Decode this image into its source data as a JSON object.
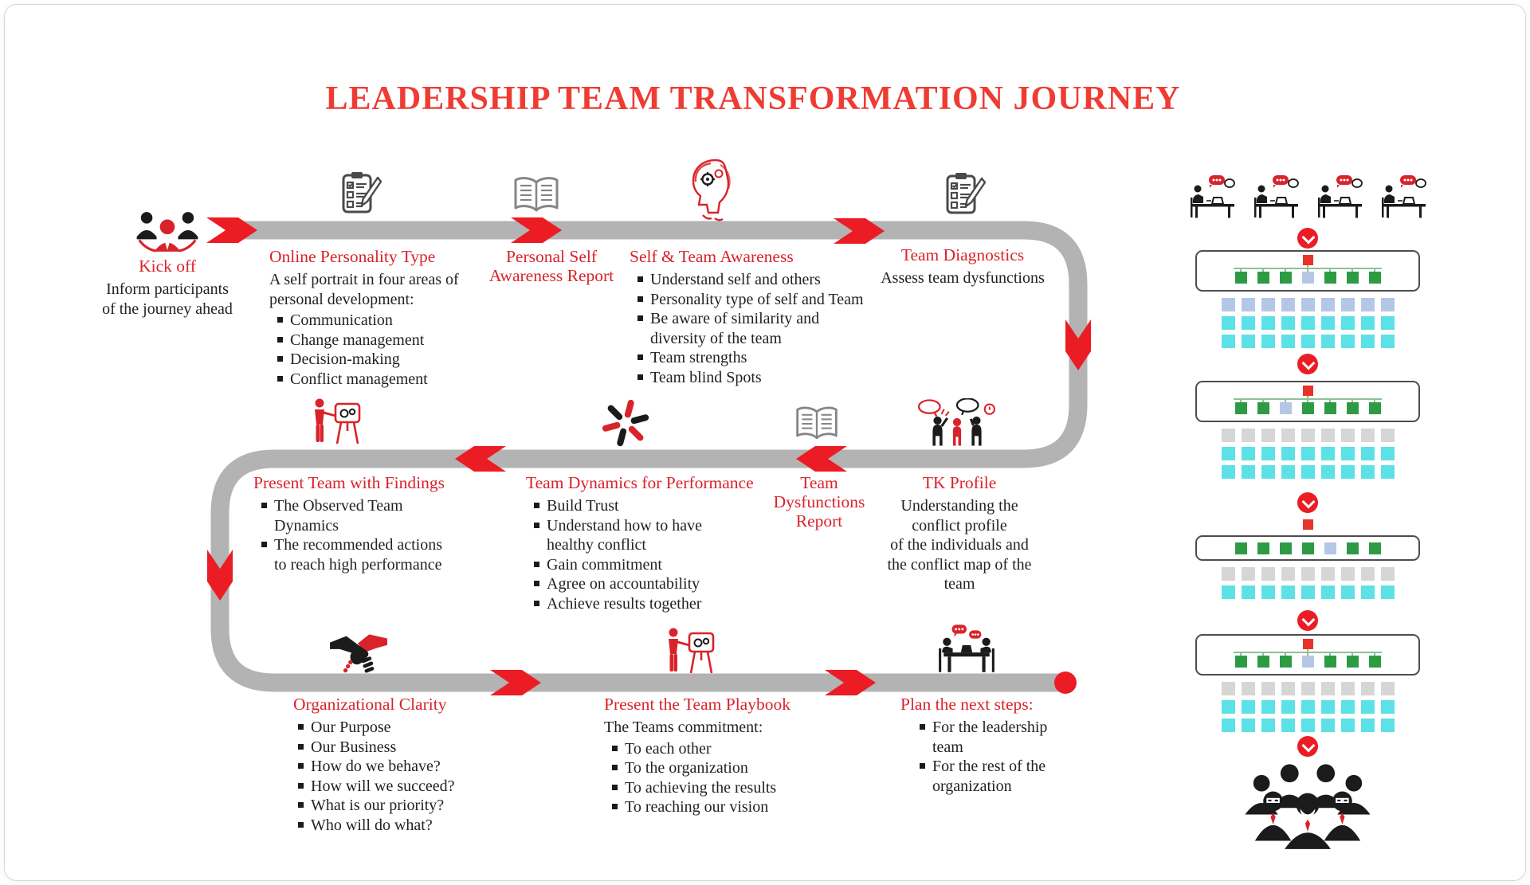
{
  "page": {
    "title": "LEADERSHIP TEAM TRANSFORMATION JOURNEY"
  },
  "colors": {
    "title": "#ee3c33",
    "heading": "#d9232a",
    "arrow": "#ec1c24",
    "path": "#b3b3b3",
    "text": "#222222",
    "square-green": "#2e9b44",
    "square-cyan": "#5ce1e6",
    "square-lightblue": "#b4c7e7",
    "square-gray": "#d6d6d6",
    "leader-red": "#e8332a"
  },
  "stages": {
    "kickoff": {
      "icon": "team-kickoff-icon",
      "title": "Kick off",
      "body": "Inform participants\nof the journey ahead"
    },
    "online_personality": {
      "icon": "survey-clipboard-icon",
      "title": "Online Personality Type",
      "intro": "A self portrait in four areas of\npersonal development:",
      "bullets": [
        "Communication",
        "Change management",
        "Decision-making",
        "Conflict management"
      ]
    },
    "personal_self": {
      "icon": "open-book-icon",
      "title": "Personal Self\nAwareness Report"
    },
    "self_team": {
      "icon": "mind-gears-icon",
      "title": "Self & Team Awareness",
      "bullets": [
        "Understand self and others",
        "Personality type of self and Team",
        "Be aware of similarity and\ndiversity of the team",
        "Team strengths",
        "Team blind Spots"
      ]
    },
    "team_diagnostics": {
      "icon": "survey-clipboard-icon",
      "title": "Team Diagnostics",
      "body": "Assess team dysfunctions"
    },
    "tk_profile": {
      "icon": "conflict-people-icon",
      "title": "TK Profile",
      "body": "Understanding the\nconflict profile\nof the individuals and\nthe conflict map of the\nteam"
    },
    "dysfunctions_report": {
      "icon": "open-book-icon",
      "title": "Team\nDysfunctions\nReport"
    },
    "team_dynamics": {
      "icon": "teamwork-hands-icon",
      "title": "Team Dynamics for Performance",
      "bullets": [
        "Build Trust",
        "Understand how to have\nhealthy conflict",
        "Gain commitment",
        "Agree on accountability",
        "Achieve  results together"
      ]
    },
    "present_findings": {
      "icon": "presenter-easel-icon",
      "title": "Present Team with Findings",
      "bullets": [
        "The Observed Team\nDynamics",
        "The recommended actions\nto reach high performance"
      ]
    },
    "org_clarity": {
      "icon": "handshake-icon",
      "title": "Organizational Clarity",
      "bullets": [
        "Our Purpose",
        "Our Business",
        "How do we behave?",
        "How will we succeed?",
        "What is our priority?",
        "Who will do what?"
      ]
    },
    "team_playbook": {
      "icon": "presenter-easel-icon",
      "title": "Present the Team Playbook",
      "intro": "The Teams commitment:",
      "bullets": [
        "To each other",
        "To the organization",
        "To achieving the results",
        "To reaching our vision"
      ]
    },
    "next_steps": {
      "icon": "meeting-table-icon",
      "title": "Plan the next steps:",
      "bullets": [
        "For the leadership\nteam",
        "For the rest of the\norganization"
      ]
    }
  },
  "right_panel": {
    "workshop_icons": [
      "workshop-session-icon",
      "workshop-session-icon",
      "workshop-session-icon",
      "workshop-session-icon"
    ],
    "divider_icon": "chevron-down-circle-icon",
    "footer_icon": "people-group-icon",
    "blocks": [
      {
        "style": "boxed",
        "leader": "red",
        "inner_row": [
          "green",
          "green",
          "green",
          "lightblue",
          "green",
          "green",
          "green"
        ],
        "rows": [
          {
            "color": "lightblue",
            "count": 9
          },
          {
            "color": "cyan",
            "count": 9
          },
          {
            "color": "cyan",
            "count": 9
          }
        ]
      },
      {
        "style": "boxed",
        "leader": "red",
        "inner_row": [
          "green",
          "green",
          "lightblue",
          "green",
          "green",
          "green",
          "green"
        ],
        "rows": [
          {
            "color": "gray",
            "count": 9
          },
          {
            "color": "cyan",
            "count": 9
          },
          {
            "color": "cyan",
            "count": 9
          }
        ]
      },
      {
        "style": "flat",
        "leader": "red",
        "inner_row": [
          "green",
          "green",
          "green",
          "green",
          "lightblue",
          "green",
          "green"
        ],
        "rows": [
          {
            "color": "gray",
            "count": 9
          },
          {
            "color": "cyan",
            "count": 9
          }
        ]
      },
      {
        "style": "boxed",
        "leader": "red",
        "inner_row": [
          "green",
          "green",
          "green",
          "lightblue",
          "green",
          "green",
          "green"
        ],
        "rows": [
          {
            "color": "gray",
            "count": 9
          },
          {
            "color": "cyan",
            "count": 9
          },
          {
            "color": "cyan",
            "count": 9
          }
        ]
      }
    ]
  }
}
